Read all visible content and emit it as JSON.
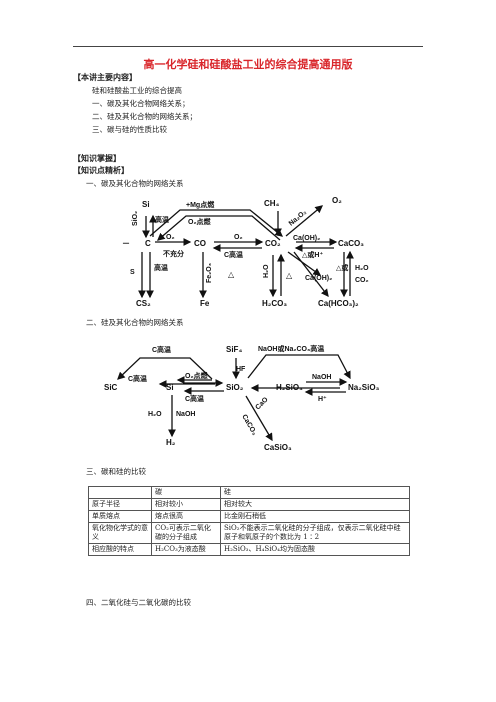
{
  "header": {
    "title": "高一化学硅和硅酸盐工业的综合提高通用版"
  },
  "intro": {
    "heading": "【本讲主要内容】",
    "items": [
      "硅和硅酸盐工业的综合提高",
      "一、碳及其化合物网络关系；",
      "二、硅及其化合物的网络关系；",
      "三、碳与硅的性质比较"
    ]
  },
  "knowledge": {
    "heading": "【知识掌握】",
    "sub": "【知识点精析】",
    "s1": "一、碳及其化合物的网络关系",
    "s2": "二、硅及其化合物的网络关系",
    "s3": "三、碳和硅的比较",
    "s4": "四、二氧化硅与二氧化碳的比较"
  },
  "diagram1": {
    "nodes": {
      "si": "Si",
      "c": "C",
      "co": "CO",
      "co2": "CO₂",
      "ch4": "CH₄",
      "o2": "O₂",
      "caco3": "CaCO₃",
      "cs2": "CS₂",
      "fe": "Fe",
      "h2co3": "H₂CO₃",
      "cahco3": "Ca(HCO₃)₂",
      "caoh2a": "Ca(OH)₂",
      "caoh2b": "Ca(OH)₂"
    },
    "labels": {
      "sio2": "SiO₂",
      "gaowen": "高温",
      "mg": "+Mg点燃",
      "o2dr": "O₂点燃",
      "o2": "O₂",
      "buchongfen": "不充分",
      "s": "S",
      "c_gaowen": "C高温",
      "fe2o3": "Fe₂O₃",
      "h2o": "H₂O",
      "delta": "△",
      "na2o2": "Na₂O₂",
      "or": "或",
      "hplus": "H⁺",
      "h2o2": "H₂O",
      "co2b": "CO₂",
      "minus": "－"
    }
  },
  "diagram2": {
    "nodes": {
      "sic": "SiC",
      "si": "Si",
      "sio2": "SiO₂",
      "sif4": "SiF₄",
      "h2sio3": "H₂SiO₃",
      "na2sio3": "Na₂SiO₃",
      "h2": "H₂",
      "casio3": "CaSiO₃"
    },
    "labels": {
      "c_gaowen": "C高温",
      "o2dr": "O₂点燃",
      "hf": "HF",
      "naoh_or": "NaOH或Na₂CO₃高温",
      "naoh": "NaOH",
      "hplus": "H⁺",
      "h2o": "H₂O",
      "naoh2": "NaOH",
      "cao": "CaO",
      "caco3": "CaCO₃"
    }
  },
  "table": {
    "headers": [
      "",
      "碳",
      "硅"
    ],
    "rows": [
      [
        "原子半径",
        "相对较小",
        "相对较大"
      ],
      [
        "单质熔点",
        "熔点很高",
        "比金刚石稍低"
      ],
      [
        "氧化物化学式的意义",
        "CO₂可表示二氧化碳的分子组成",
        "SiO₂不能表示二氧化硅的分子组成，仅表示二氧化硅中硅原子和氧原子的个数比为 1∶2"
      ],
      [
        "相应酸的特点",
        "H₂CO₃为液态酸",
        "H₂SiO₃、H₄SiO₄均为固态酸"
      ]
    ]
  }
}
